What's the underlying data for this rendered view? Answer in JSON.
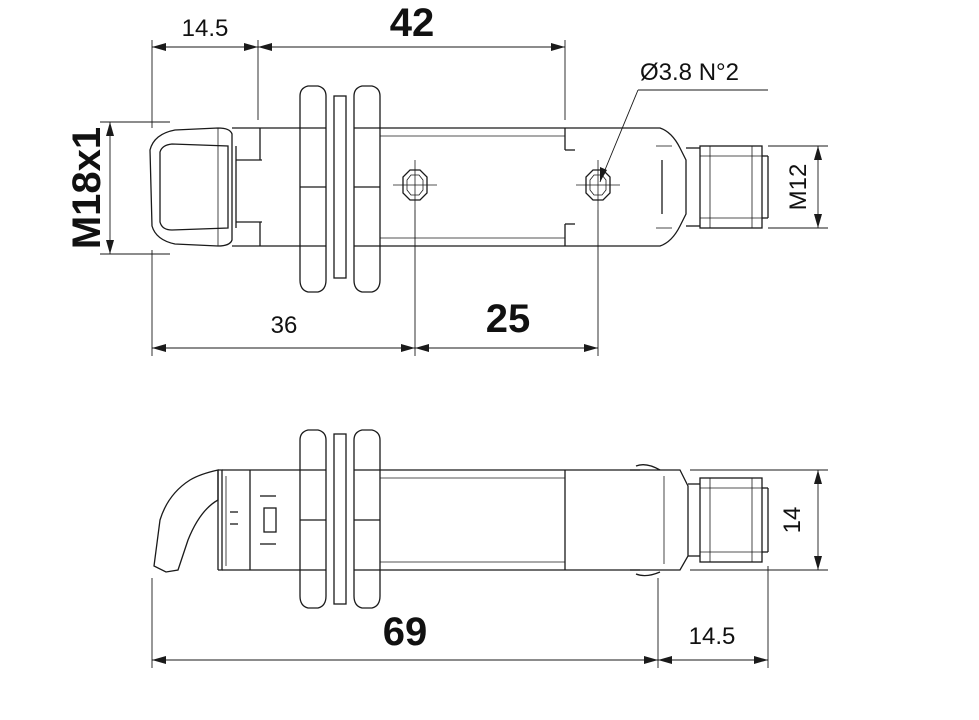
{
  "dimensions": {
    "d_14_5_top": "14.5",
    "d_42": "42",
    "d_hole": "Ø3.8 N°2",
    "d_m18": "M18x1",
    "d_m12": "M12",
    "d_36": "36",
    "d_25": "25",
    "d_69": "69",
    "d_14_5_bottom": "14.5",
    "d_14": "14"
  }
}
